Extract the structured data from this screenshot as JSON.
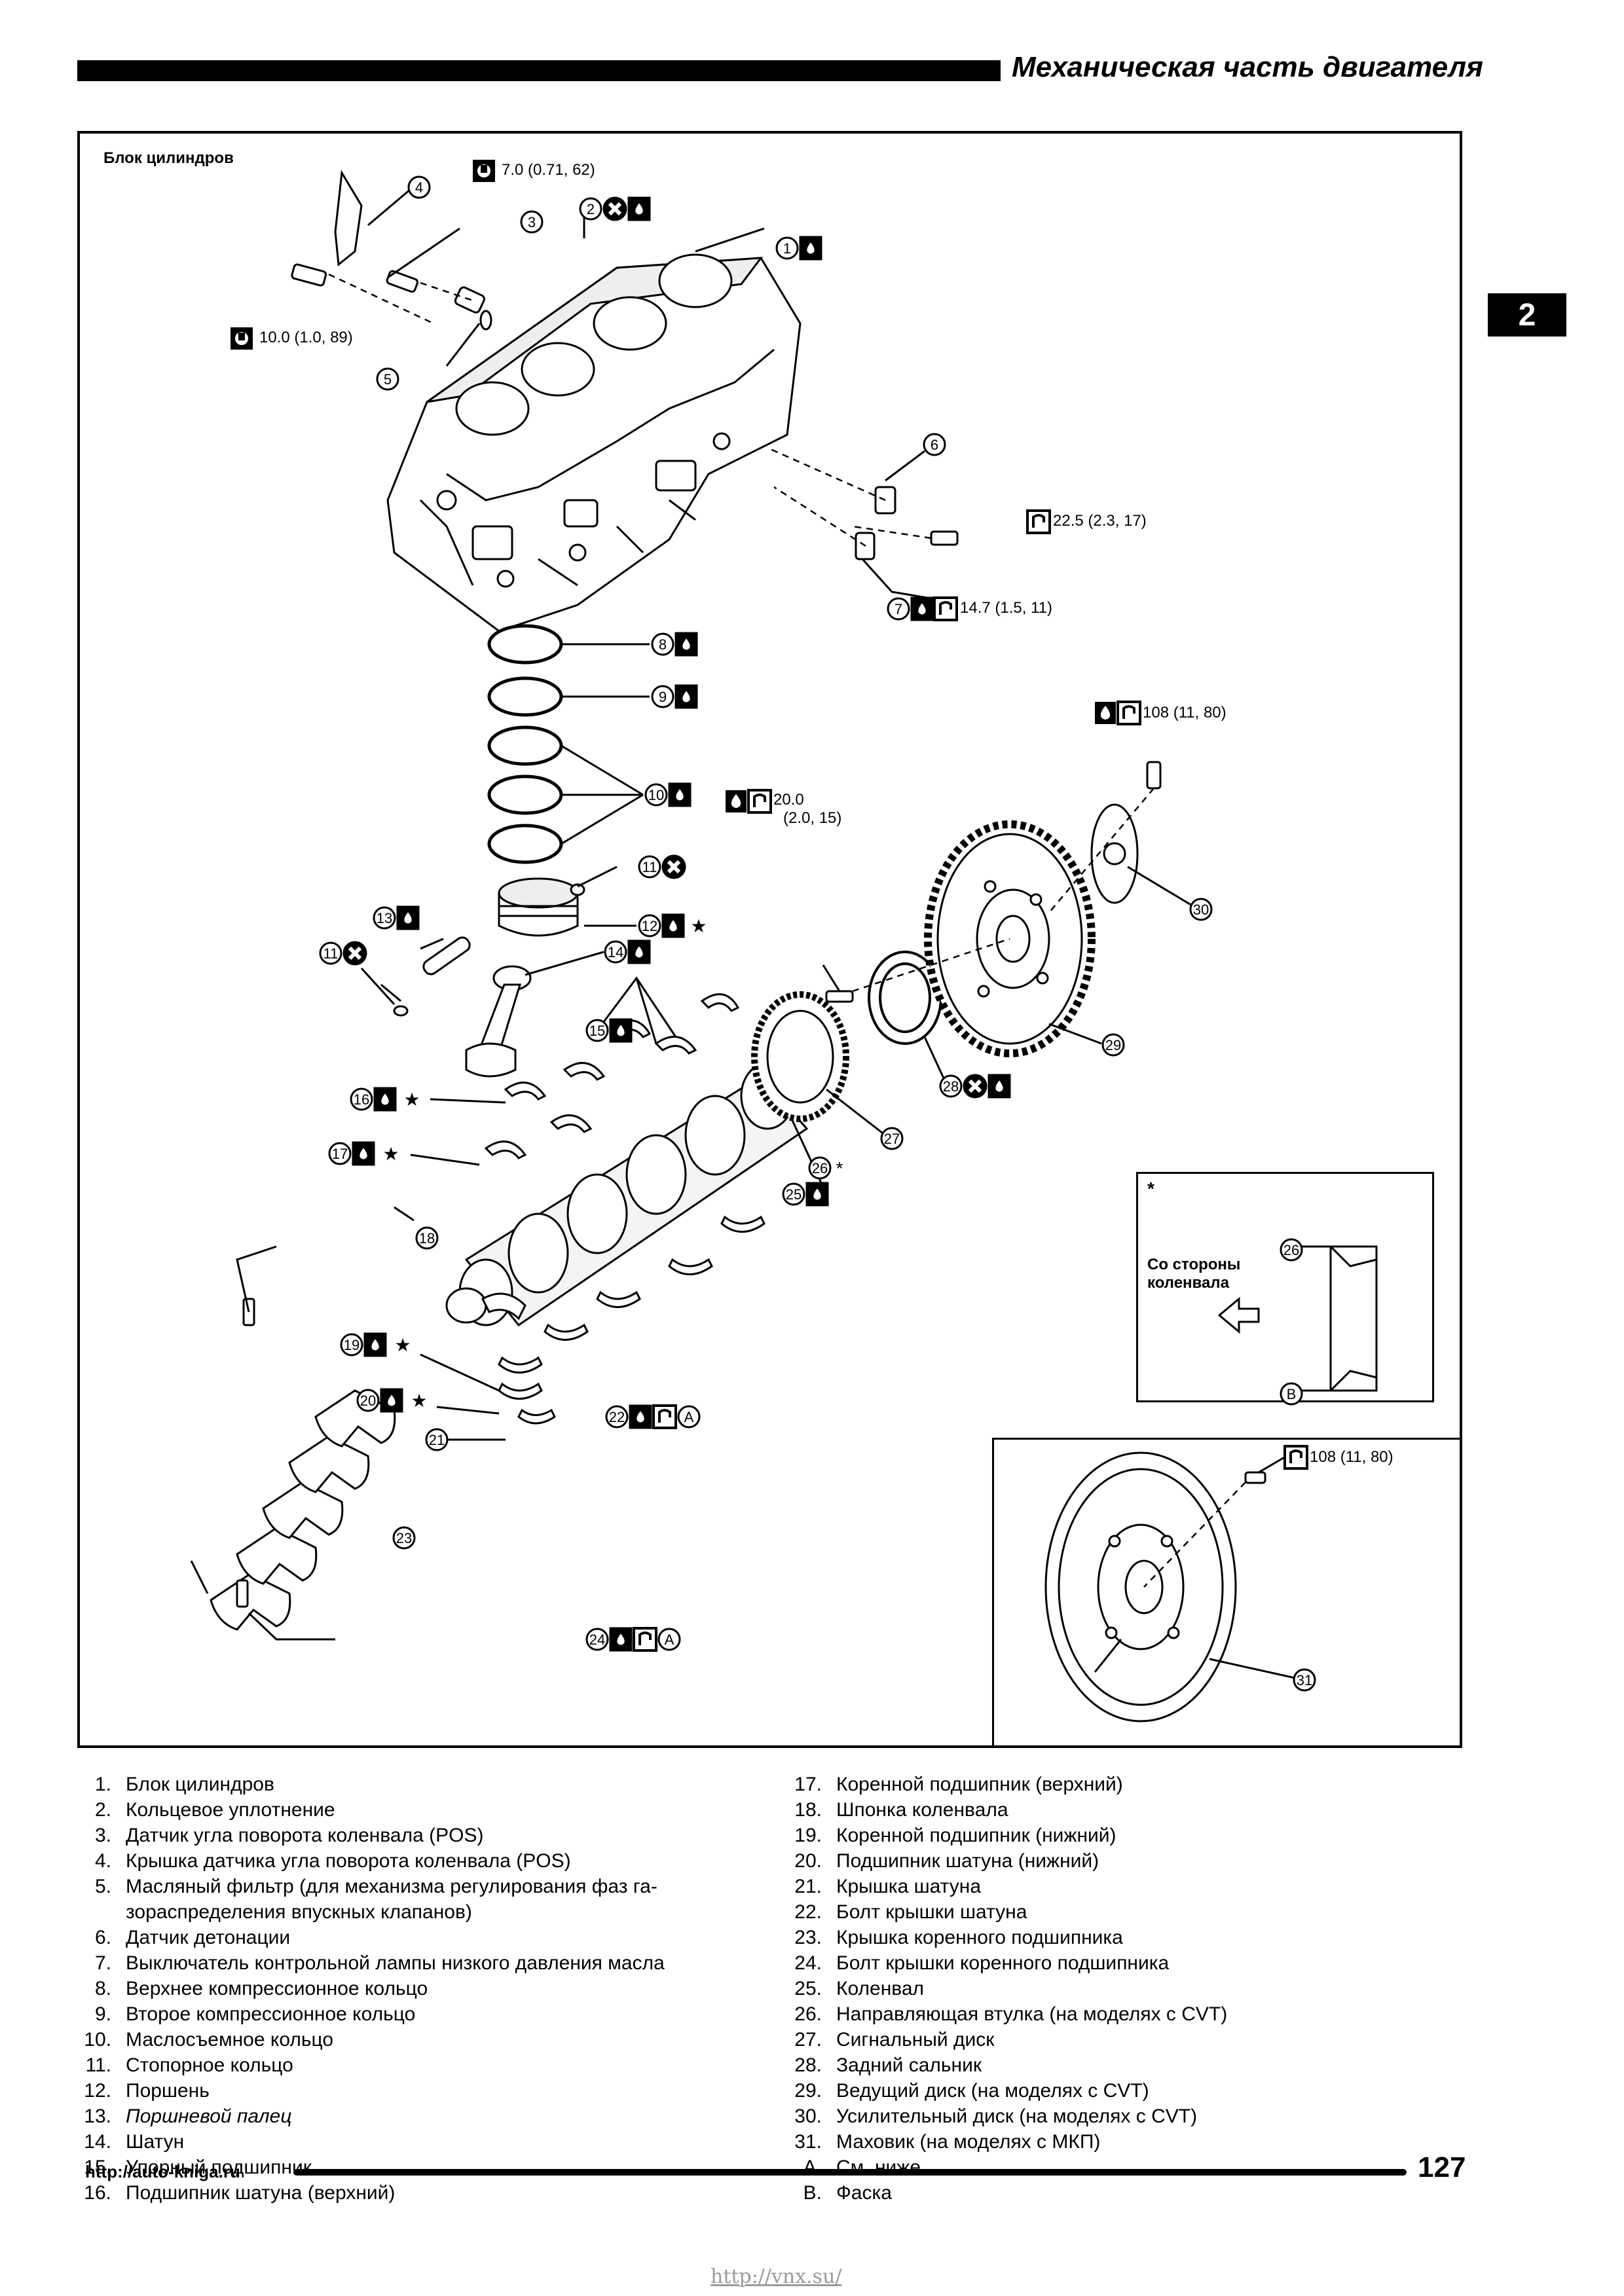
{
  "header": {
    "title": "Механическая часть двигателя",
    "chapter_tab": "2"
  },
  "figure": {
    "caption": "Блок цилиндров",
    "torque_notes": {
      "t1": "7.0 (0.71, 62)",
      "t2": "10.0 (1.0, 89)",
      "t3": "22.5 (2.3, 17)",
      "t4": "14.7 (1.5, 11)",
      "t5": "108 (11, 80)",
      "t6": "20.0",
      "t6b": "(2.0, 15)",
      "t7": "108 (11, 80)"
    },
    "inset": {
      "star": "*",
      "side_label_1": "Со стороны",
      "side_label_2": "коленвала"
    },
    "callouts": [
      "1",
      "2",
      "3",
      "4",
      "5",
      "6",
      "7",
      "8",
      "9",
      "10",
      "11",
      "12",
      "13",
      "14",
      "15",
      "16",
      "17",
      "18",
      "19",
      "20",
      "21",
      "22",
      "23",
      "24",
      "25",
      "26",
      "27",
      "28",
      "29",
      "30",
      "31",
      "A",
      "B"
    ]
  },
  "legend_left": [
    {
      "num": "1.",
      "text": "Блок цилиндров"
    },
    {
      "num": "2.",
      "text": "Кольцевое уплотнение"
    },
    {
      "num": "3.",
      "text": "Датчик угла поворота коленвала (POS)"
    },
    {
      "num": "4.",
      "text": "Крышка датчика угла поворота коленвала (POS)"
    },
    {
      "num": "5.",
      "text": "Масляный фильтр (для механизма регулирования фаз га-",
      "cont": "зораспределения впускных клапанов)"
    },
    {
      "num": "6.",
      "text": "Датчик детонации"
    },
    {
      "num": "7.",
      "text": "Выключатель контрольной лампы низкого давления масла"
    },
    {
      "num": "8.",
      "text": "Верхнее компрессионное кольцо"
    },
    {
      "num": "9.",
      "text": "Второе компрессионное кольцо"
    },
    {
      "num": "10.",
      "text": "Маслосъемное кольцо"
    },
    {
      "num": "11.",
      "text": "Стопорное кольцо"
    },
    {
      "num": "12.",
      "text": "Поршень"
    },
    {
      "num": "13.",
      "text": "Поршневой палец"
    },
    {
      "num": "14.",
      "text": "Шатун"
    },
    {
      "num": "15.",
      "text": "Упорный подшипник"
    },
    {
      "num": "16.",
      "text": "Подшипник шатуна (верхний)"
    }
  ],
  "legend_right": [
    {
      "num": "17.",
      "text": "Коренной подшипник (верхний)"
    },
    {
      "num": "18.",
      "text": "Шпонка коленвала"
    },
    {
      "num": "19.",
      "text": "Коренной подшипник (нижний)"
    },
    {
      "num": "20.",
      "text": "Подшипник шатуна (нижний)"
    },
    {
      "num": "21.",
      "text": "Крышка шатуна"
    },
    {
      "num": "22.",
      "text": "Болт крышки шатуна"
    },
    {
      "num": "23.",
      "text": "Крышка коренного подшипника"
    },
    {
      "num": "24.",
      "text": "Болт крышки коренного подшипника"
    },
    {
      "num": "25.",
      "text": "Коленвал"
    },
    {
      "num": "26.",
      "text": "Направляющая втулка (на моделях с CVT)"
    },
    {
      "num": "27.",
      "text": "Сигнальный диск"
    },
    {
      "num": "28.",
      "text": "Задний сальник"
    },
    {
      "num": "29.",
      "text": "Ведущий диск (на моделях с CVT)"
    },
    {
      "num": "30.",
      "text": "Усилительный диск (на моделях с CVT)"
    },
    {
      "num": "31.",
      "text": "Маховик (на моделях с МКП)"
    },
    {
      "num": "A.",
      "text": "См. ниже."
    },
    {
      "num": "B.",
      "text": "Фаска"
    }
  ],
  "footer": {
    "url": "http://auto-kniga.ru",
    "page_number": "127",
    "watermark": "http://vnx.su/"
  }
}
